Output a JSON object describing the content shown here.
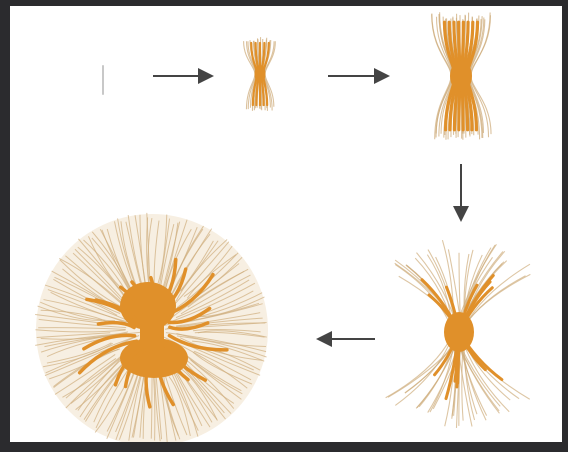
{
  "diagram": {
    "colors": {
      "frame": "#2b2b2e",
      "background": "#ffffff",
      "core": "#e0902a",
      "fibers": "#e6d2b4",
      "fiber_outline": "#cfae7e",
      "arrow": "#444444",
      "seed": "#c8c8c8"
    },
    "stages": [
      {
        "id": "stage-1",
        "shape": "thin-line-seed"
      },
      {
        "id": "stage-2",
        "shape": "small-hourglass"
      },
      {
        "id": "stage-3",
        "shape": "tall-bundle"
      },
      {
        "id": "stage-4",
        "shape": "fanned-hourglass"
      },
      {
        "id": "stage-5",
        "shape": "full-sphere"
      }
    ],
    "arrows": [
      {
        "from": "stage-1",
        "to": "stage-2",
        "direction": "right"
      },
      {
        "from": "stage-2",
        "to": "stage-3",
        "direction": "right"
      },
      {
        "from": "stage-3",
        "to": "stage-4",
        "direction": "down"
      },
      {
        "from": "stage-4",
        "to": "stage-5",
        "direction": "left"
      }
    ]
  }
}
